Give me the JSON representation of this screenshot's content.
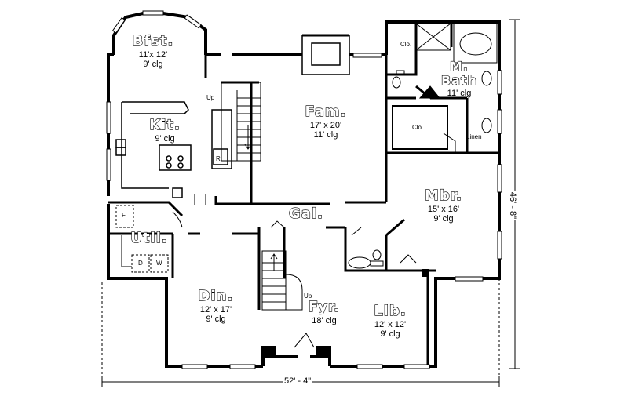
{
  "rooms": {
    "bfst": {
      "name": "Bfst.",
      "dims": "11'x 12'",
      "ceiling": "9' clg"
    },
    "kit": {
      "name": "Kit.",
      "ceiling": "9' clg"
    },
    "fam": {
      "name": "Fam.",
      "dims": "17' x 20'",
      "ceiling": "11' clg"
    },
    "mbath": {
      "name_line1": "M.",
      "name_line2": "Bath",
      "ceiling": "11' clg"
    },
    "mbr": {
      "name": "Mbr.",
      "dims": "15' x 16'",
      "ceiling": "9' clg"
    },
    "gal": {
      "name": "Gal."
    },
    "util": {
      "name": "Util."
    },
    "din": {
      "name": "Din.",
      "dims": "12' x 17'",
      "ceiling": "9' clg"
    },
    "fyr": {
      "name": "Fyr.",
      "ceiling": "18' clg"
    },
    "lib": {
      "name": "Lib.",
      "dims": "12' x 12'",
      "ceiling": "9' clg"
    }
  },
  "small_labels": {
    "clo_1": "Clo.",
    "clo_2": "Clo.",
    "linen": "Linen",
    "up_1": "Up",
    "up_2": "Up",
    "fridge": "R",
    "freezer": "F",
    "dryer": "D",
    "washer": "W"
  },
  "dimensions": {
    "width": "52' - 4\"",
    "depth": "46' - 8\""
  }
}
